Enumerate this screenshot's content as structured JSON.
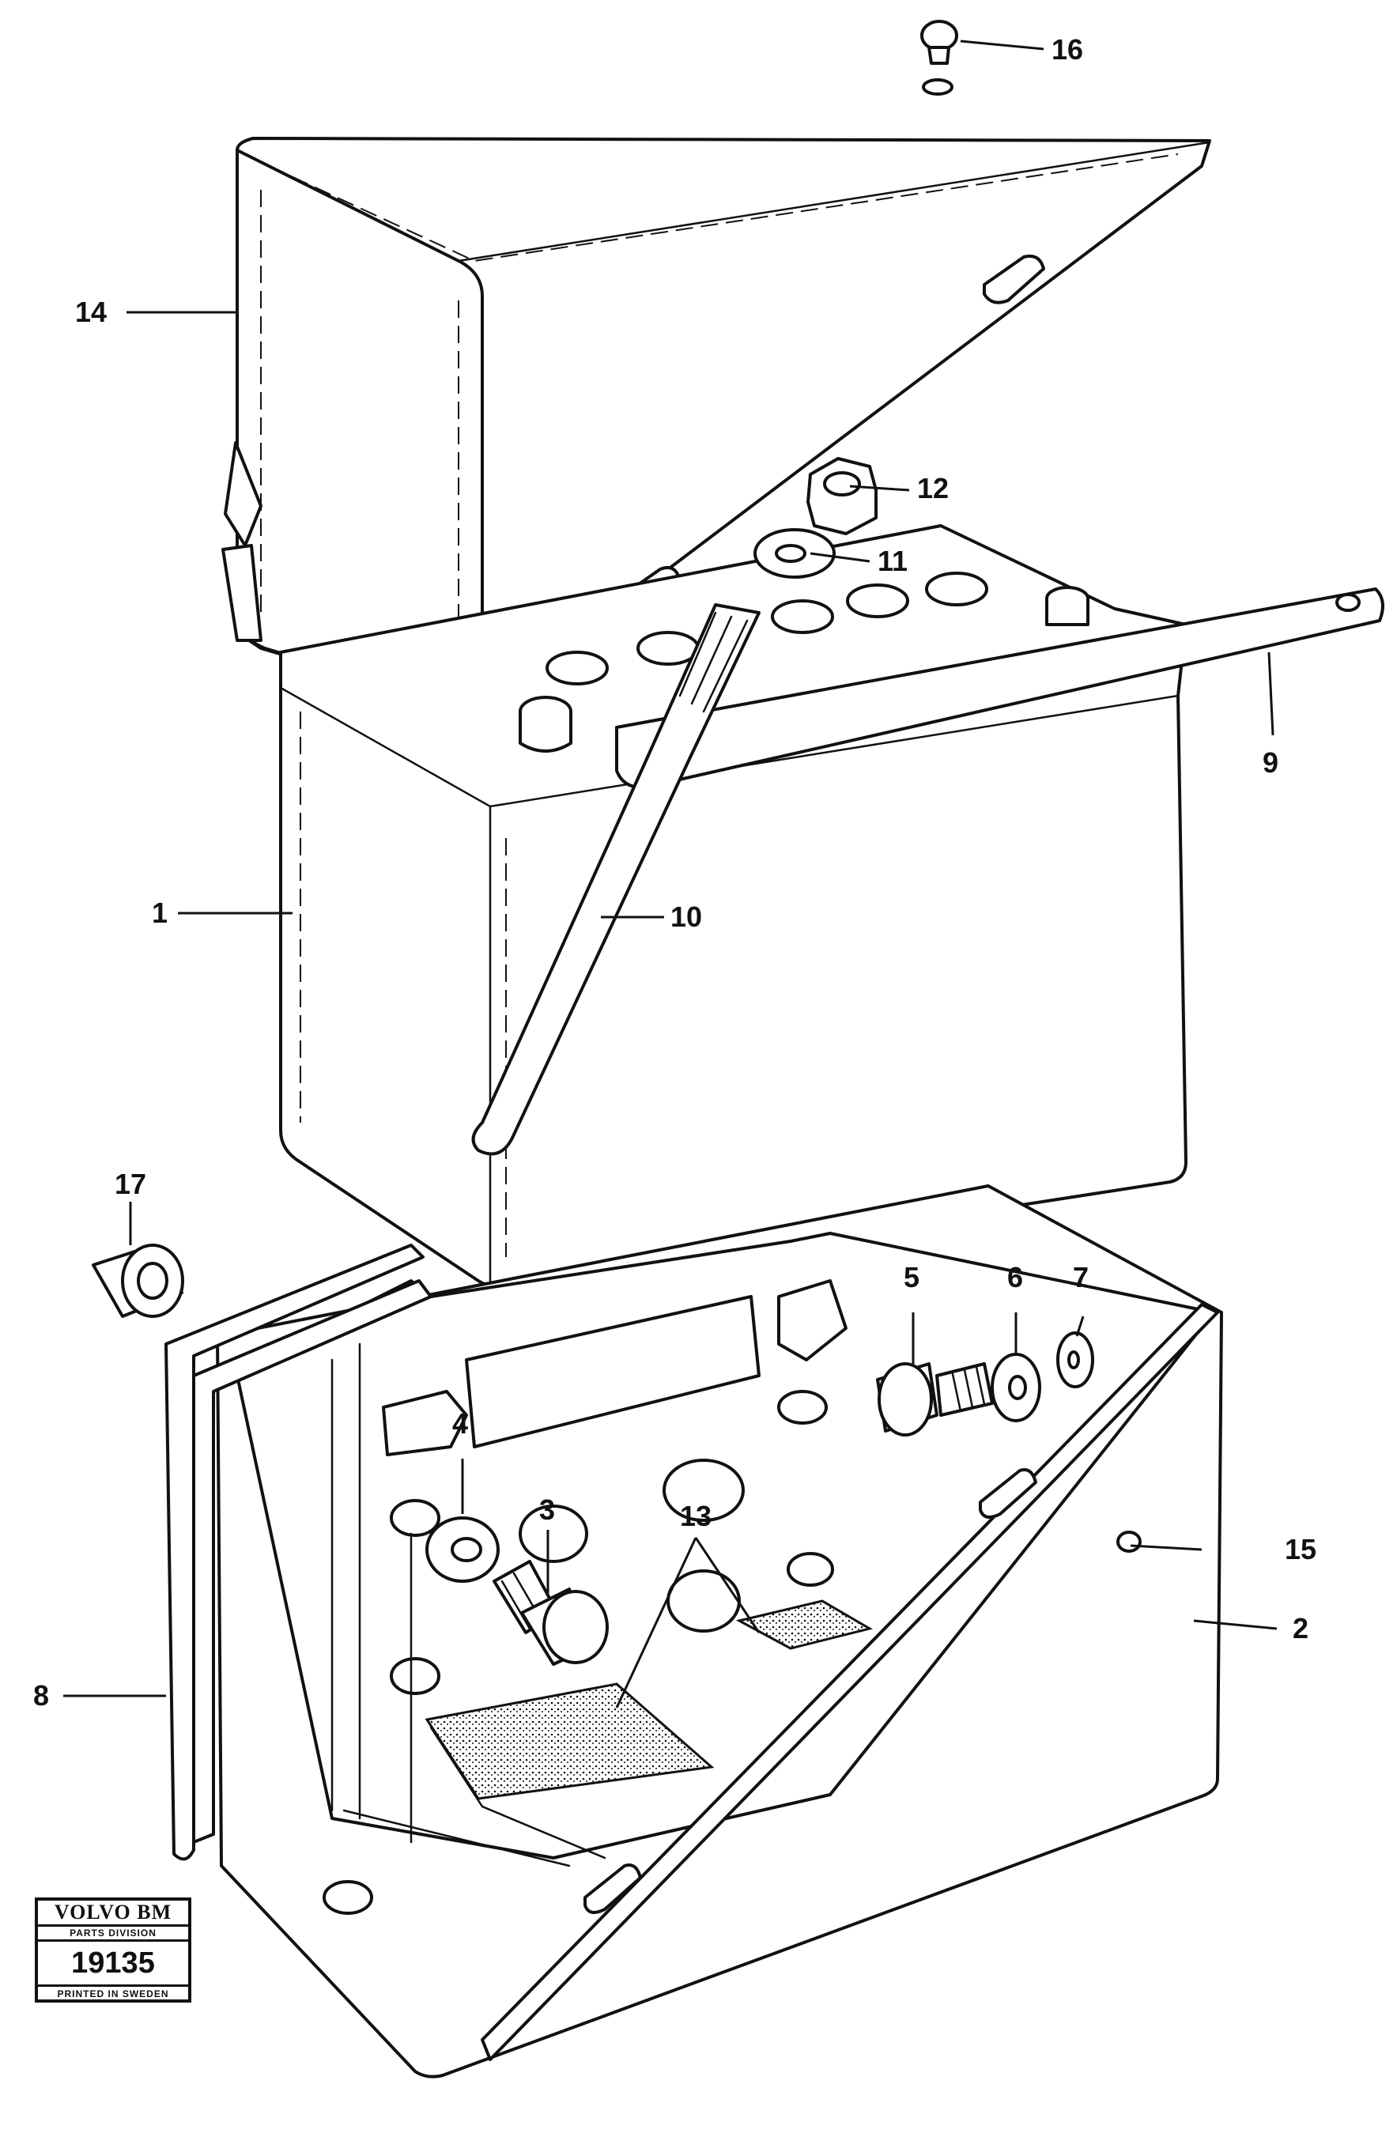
{
  "callouts": {
    "c1": "1",
    "c2": "2",
    "c3": "3",
    "c4": "4",
    "c5": "5",
    "c6": "6",
    "c7": "7",
    "c8": "8",
    "c9": "9",
    "c10": "10",
    "c11": "11",
    "c12": "12",
    "c13": "13",
    "c14": "14",
    "c15": "15",
    "c16": "16",
    "c17": "17"
  },
  "logo": {
    "brand": "VOLVO BM",
    "division": "PARTS DIVISION",
    "number": "19135",
    "printed": "PRINTED IN SWEDEN"
  }
}
